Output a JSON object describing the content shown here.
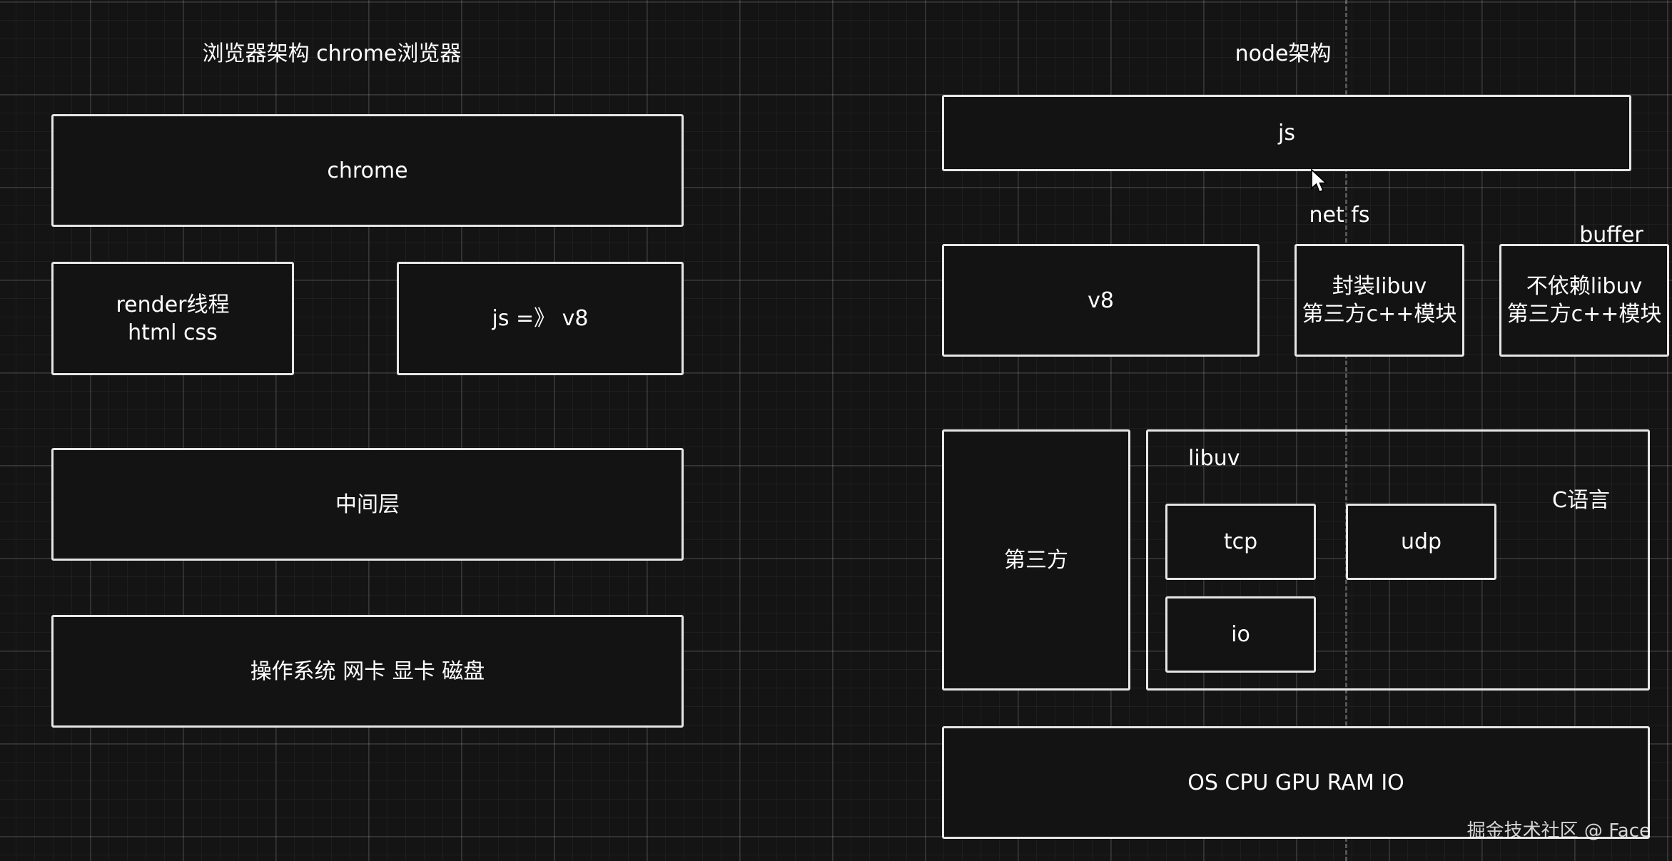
{
  "left": {
    "title": "浏览器架构 chrome浏览器",
    "chrome": "chrome",
    "render_line1": "render线程",
    "render_line2": "html css",
    "js_v8": "js =》 v8",
    "middle": "中间层",
    "os": "操作系统 网卡 显卡 磁盘"
  },
  "right": {
    "title": "node架构",
    "js": "js",
    "net_fs": "net fs",
    "buffer": "buffer",
    "v8": "v8",
    "wrap_line1": "封装libuv",
    "wrap_line2": "第三方c++模块",
    "nodep_line1": "不依赖libuv",
    "nodep_line2": "第三方c++模块",
    "third_party": "第三方",
    "libuv": "libuv",
    "c_lang": "C语言",
    "tcp": "tcp",
    "udp": "udp",
    "io": "io",
    "os": "OS CPU GPU RAM IO"
  },
  "watermark": "掘金技术社区 @ Face"
}
